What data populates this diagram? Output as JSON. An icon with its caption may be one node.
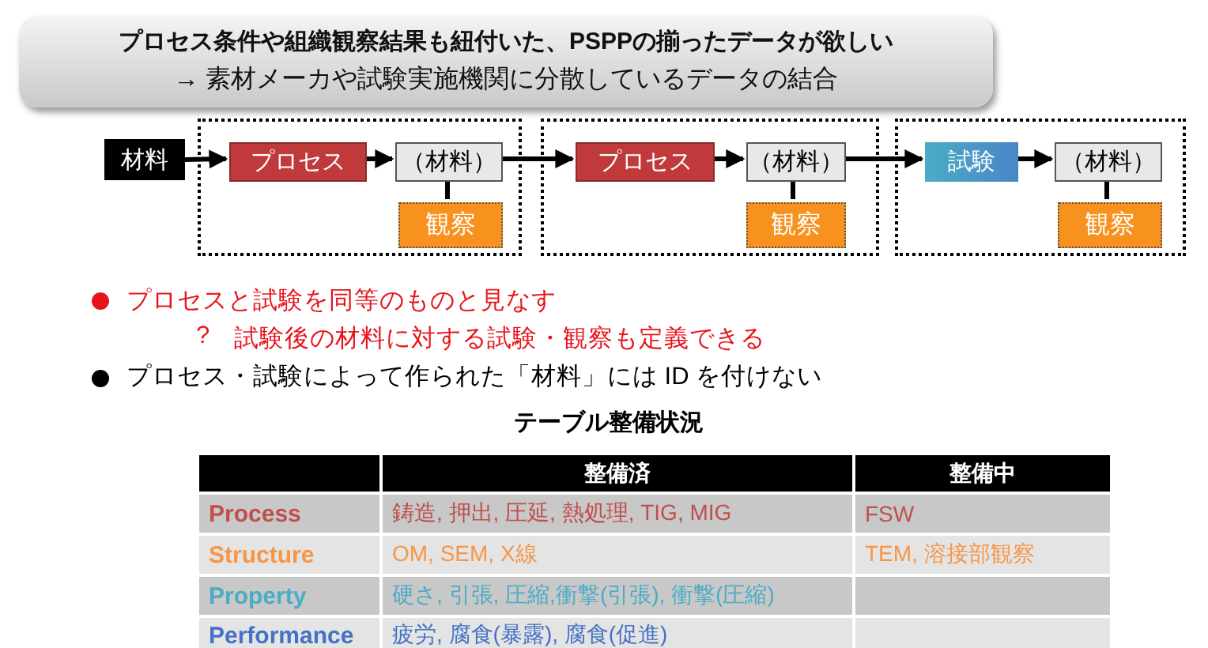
{
  "diagram": {
    "nodes": [
      {
        "text": [
          "プロセス条件や組織観察結果も紐付いた、PSPPの揃ったデータが欲しい",
          "→ 素材メーカや試験実施機関に分散しているデータの結合"
        ]
      },
      {
        "text": [],
        "shape": "box"
      },
      {
        "text": [],
        "shape": "box"
      },
      {
        "text": [],
        "shape": "box"
      },
      {
        "text": [
          "材料"
        ]
      },
      {
        "text": [
          "プロセス"
        ],
        "in": 1
      },
      {
        "text": [
          "（材料）"
        ],
        "in": 1
      },
      {
        "text": [
          "観察"
        ],
        "in": 1
      },
      {
        "text": [
          "プロセス"
        ],
        "in": 2
      },
      {
        "text": [
          "（材料）"
        ],
        "in": 2
      },
      {
        "text": [
          "観察"
        ],
        "in": 2
      },
      {
        "text": [
          "試験"
        ],
        "in": 3
      },
      {
        "text": [
          "（材料）"
        ],
        "in": 3
      },
      {
        "text": [
          "観察"
        ],
        "in": 3
      }
    ],
    "edges": [
      {
        "from": 4,
        "to": 5,
        "arrow": "to"
      },
      {
        "from": 5,
        "to": 6,
        "arrow": "to"
      },
      {
        "from": 6,
        "to": 7,
        "arrow": "none"
      },
      {
        "from": 6,
        "to": 8,
        "arrow": "to"
      },
      {
        "from": 8,
        "to": 9,
        "arrow": "to"
      },
      {
        "from": 9,
        "to": 10,
        "arrow": "none"
      },
      {
        "from": 9,
        "to": 11,
        "arrow": "to"
      },
      {
        "from": 11,
        "to": 12,
        "arrow": "to"
      },
      {
        "from": 12,
        "to": 13,
        "arrow": "none"
      }
    ],
    "labels": [
      "プロセスと試験を同等のものと見なす",
      "?",
      "試験後の材料に対する試験・観察も定義できる",
      "プロセス・試験によって作られた「材料」には ID を付けない",
      "テーブル整備状況",
      "整備済",
      "整備中",
      "Process",
      "鋳造, 押出, 圧延, 熱処理, TIG, MIG",
      "FSW",
      "Structure",
      "OM, SEM, X線",
      "TEM, 溶接部観察",
      "Property",
      "硬さ, 引張, 圧縮,衝撃(引張), 衝撃(圧縮)",
      "Performance",
      "疲労, 腐食(暴露), 腐食(促進)"
    ]
  }
}
